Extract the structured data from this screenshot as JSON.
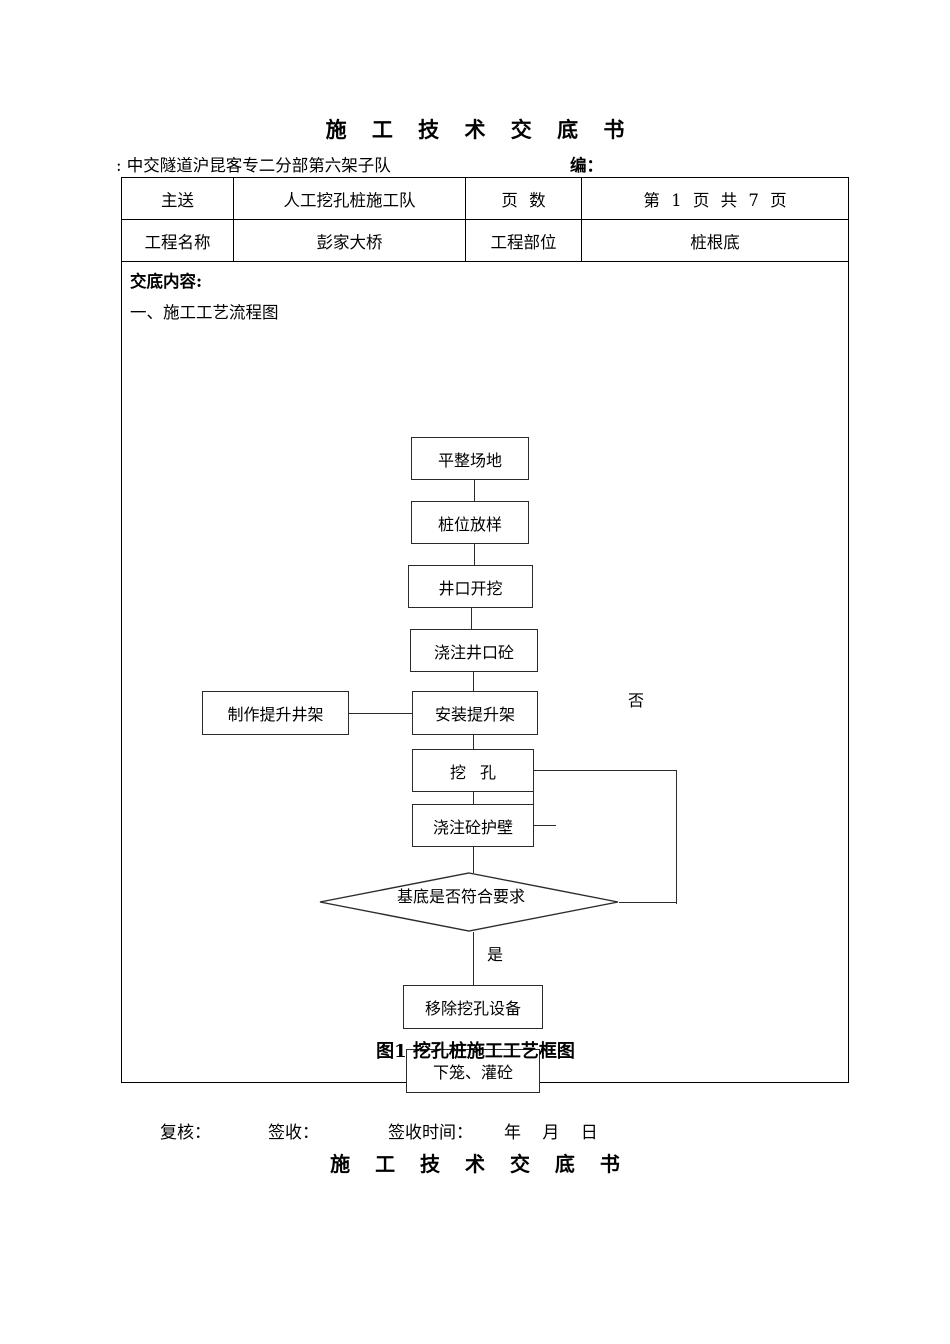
{
  "document": {
    "title": "施 工 技 术 交 底 书",
    "org_line": ": 中交隧道沪昆客专二分部第六架子队",
    "code_label": "编：",
    "footer_title": "施 工 技 术 交 底 书"
  },
  "table": {
    "row1": {
      "label1": "主送",
      "value1": "人工挖孔桩施工队",
      "label2": "页 数",
      "value2": "第 1 页  共 7 页"
    },
    "row2": {
      "label1": "工程名称",
      "value1": "彭家大桥",
      "label2": "工程部位",
      "value2": "桩根底"
    },
    "content_heading": "交底内容:",
    "section_heading": "一、施工工艺流程图",
    "figure_caption": "图1  挖孔桩施工工艺框图"
  },
  "flowchart": {
    "nodes": [
      {
        "id": "n1",
        "text": "平整场地"
      },
      {
        "id": "n2",
        "text": "桩位放样"
      },
      {
        "id": "n3",
        "text": "井口开挖"
      },
      {
        "id": "n4",
        "text": "浇注井口砼"
      },
      {
        "id": "n5",
        "text": "制作提升井架"
      },
      {
        "id": "n6",
        "text": "安装提升架"
      },
      {
        "id": "n7",
        "text": "挖孔"
      },
      {
        "id": "n8",
        "text": "浇注砼护壁"
      },
      {
        "id": "n9",
        "text": "移除挖孔设备"
      },
      {
        "id": "n10",
        "text": "下笼、灌砼"
      }
    ],
    "decision": {
      "id": "d1",
      "text": "基底是否符合要求"
    },
    "labels": {
      "no": "否",
      "yes": "是"
    }
  },
  "footer": {
    "review": "复核：",
    "receipt": "签收：",
    "receipt_time": "签收时间：",
    "date_units": "年 月 日"
  }
}
